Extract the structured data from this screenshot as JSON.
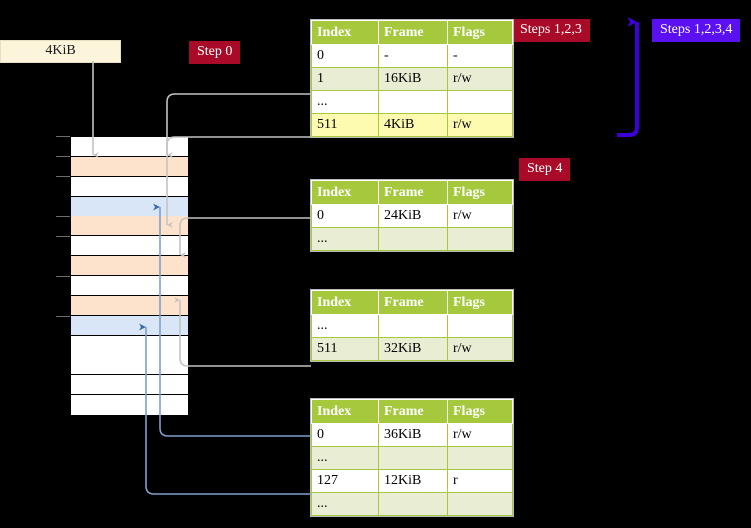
{
  "labels": {
    "size_box": "4KiB",
    "step0": "Step 0",
    "steps123": "Steps 1,2,3",
    "steps1234": "Steps 1,2,3,4",
    "step4": "Step 4"
  },
  "colors": {
    "badge_red": "#a80a28",
    "badge_purple": "#5a10f0",
    "table_header_green": "#a5c83c",
    "table_row_alt": "#e8edd3",
    "highlight_yellow": "#fdfbb0",
    "mem_orange": "#fde2cc",
    "mem_blue": "#d9e6f7",
    "size_box_cream": "#fdf4dc",
    "wire_gray": "#b8b8b8",
    "wire_blue": "#7d9fcc",
    "arrow_blue": "#3c6aa8"
  },
  "tables": [
    {
      "name": "pml4-table",
      "headers": [
        "Index",
        "Frame",
        "Flags"
      ],
      "rows": [
        {
          "cells": [
            "0",
            "-",
            "-"
          ],
          "highlight": false
        },
        {
          "cells": [
            "1",
            "16KiB",
            "r/w"
          ],
          "highlight": false
        },
        {
          "cells": [
            "...",
            "",
            ""
          ],
          "highlight": false
        },
        {
          "cells": [
            "511",
            "4KiB",
            "r/w"
          ],
          "highlight": true
        }
      ]
    },
    {
      "name": "pdpt-table",
      "headers": [
        "Index",
        "Frame",
        "Flags"
      ],
      "rows": [
        {
          "cells": [
            "0",
            "24KiB",
            "r/w"
          ],
          "highlight": false
        },
        {
          "cells": [
            "...",
            "",
            ""
          ],
          "highlight": false
        }
      ]
    },
    {
      "name": "pd-table",
      "headers": [
        "Index",
        "Frame",
        "Flags"
      ],
      "rows": [
        {
          "cells": [
            "...",
            "",
            ""
          ],
          "highlight": false
        },
        {
          "cells": [
            "511",
            "32KiB",
            "r/w"
          ],
          "highlight": false
        }
      ]
    },
    {
      "name": "pt-table",
      "headers": [
        "Index",
        "Frame",
        "Flags"
      ],
      "rows": [
        {
          "cells": [
            "0",
            "36KiB",
            "r/w"
          ],
          "highlight": false
        },
        {
          "cells": [
            "...",
            "",
            ""
          ],
          "highlight": false
        },
        {
          "cells": [
            "127",
            "12KiB",
            "r"
          ],
          "highlight": false
        },
        {
          "cells": [
            "...",
            "",
            ""
          ],
          "highlight": false
        }
      ]
    }
  ],
  "memory": {
    "name": "physical-memory-column",
    "rows": [
      {
        "fill": "white"
      },
      {
        "fill": "orange"
      },
      {
        "fill": "white"
      },
      {
        "fill": "blue"
      },
      {
        "fill": "orange"
      },
      {
        "fill": "white"
      },
      {
        "fill": "orange"
      },
      {
        "fill": "white"
      },
      {
        "fill": "orange"
      },
      {
        "fill": "blue"
      },
      {
        "fill": "white"
      },
      {
        "fill": "white"
      },
      {
        "fill": "white"
      },
      {
        "fill": "white"
      }
    ]
  }
}
